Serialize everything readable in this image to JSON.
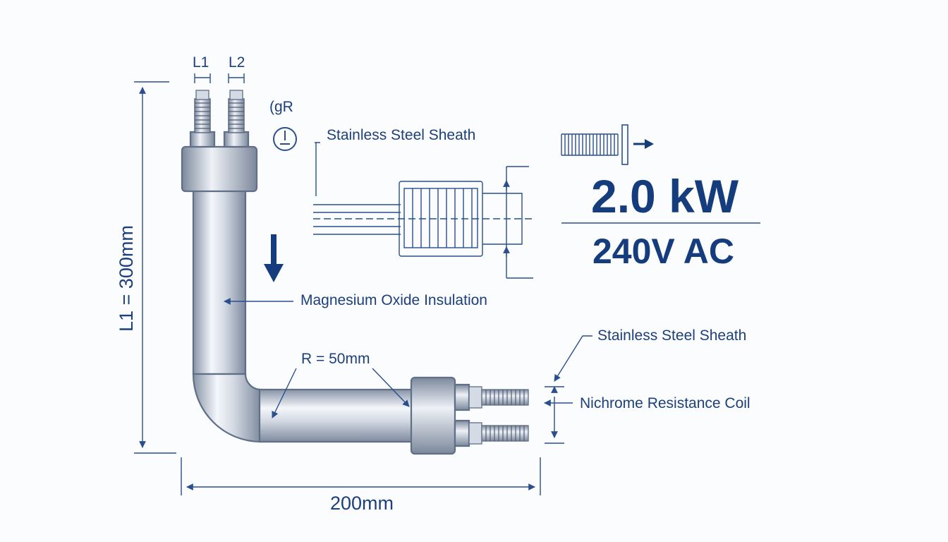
{
  "terminals": {
    "l1": "L1",
    "l2": "L2"
  },
  "symbols": {
    "gr": "(gR",
    "ground": "ground-symbol-icon"
  },
  "labels": {
    "sheath_top": "Stainless Steel Sheath",
    "insulation": "Magnesium Oxide Insulation",
    "sheath_right": "Stainless Steel Sheath",
    "coil": "Nichrome Resistance Coil"
  },
  "dimensions": {
    "length": "L1 = 300mm",
    "radius": "R = 50mm",
    "width": "200mm"
  },
  "rating": {
    "power": "2.0 kW",
    "voltage": "240V AC"
  },
  "colors": {
    "accent": "#153c7d",
    "line": "#2a4f8f",
    "metal_light": "#f2f5fa",
    "metal_mid": "#c4ccd8",
    "metal_dark": "#8793a6"
  }
}
